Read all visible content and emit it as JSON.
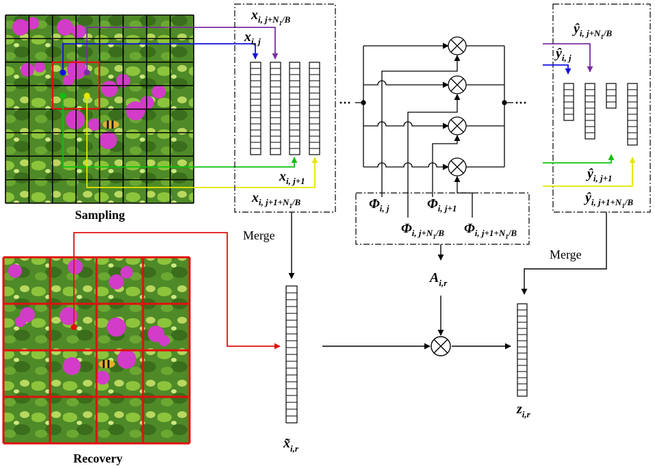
{
  "captions": {
    "sampling": "Sampling",
    "recovery": "Recovery"
  },
  "merge_labels": {
    "left": "Merge",
    "right": "Merge"
  },
  "vectors": {
    "x_ij": {
      "base": "x",
      "sub": "i, j"
    },
    "x_ijN": {
      "base": "x",
      "sub": "i, j+N",
      "sub1": "1",
      "tail": "/B"
    },
    "x_ij1": {
      "base": "x",
      "sub": "i, j+1"
    },
    "x_ij1N": {
      "base": "x",
      "sub": "i, j+1+N",
      "sub1": "1",
      "tail": "/B"
    },
    "y_ijN": {
      "base": "ŷ",
      "sub": "i, j+N",
      "sub1": "1",
      "tail": "/B"
    },
    "y_ij": {
      "base": "ŷ",
      "sub": "i, j"
    },
    "y_ij1": {
      "base": "ŷ",
      "sub": "i, j+1"
    },
    "y_ij1N": {
      "base": "ŷ",
      "sub": "i, j+1+N",
      "sub1": "1",
      "tail": "/B"
    },
    "phi_ij": {
      "base": "Φ",
      "sub": "i, j"
    },
    "phi_ij1": {
      "base": "Φ",
      "sub": "i, j+1"
    },
    "phi_ijN": {
      "base": "Φ",
      "sub": "i, j+N",
      "sub1": "1",
      "tail": "/B"
    },
    "phi_ij1N": {
      "base": "Φ",
      "sub": "i, j+1+N",
      "sub1": "1",
      "tail": "/B"
    },
    "A_ir": {
      "base": "A",
      "sub": "i,r"
    },
    "xt_ir": {
      "base": "x̃",
      "sub": "i,r"
    },
    "z_ir": {
      "base": "z",
      "sub": "i,r"
    }
  },
  "ellipsis": "···",
  "colors": {
    "sampling_grid": "#000000",
    "recovery_grid": "#e01010",
    "arrow_purple": "#7a2ea0",
    "arrow_blue": "#1010e0",
    "arrow_green": "#10c010",
    "arrow_yellow": "#e6e600",
    "arrow_red": "#e01010",
    "leaf_green": "#5f9a2e",
    "flower_magenta": "#d23cc8"
  },
  "icons": {
    "multiplier": "circle-times-icon",
    "photo": "flower-photo-icon"
  }
}
